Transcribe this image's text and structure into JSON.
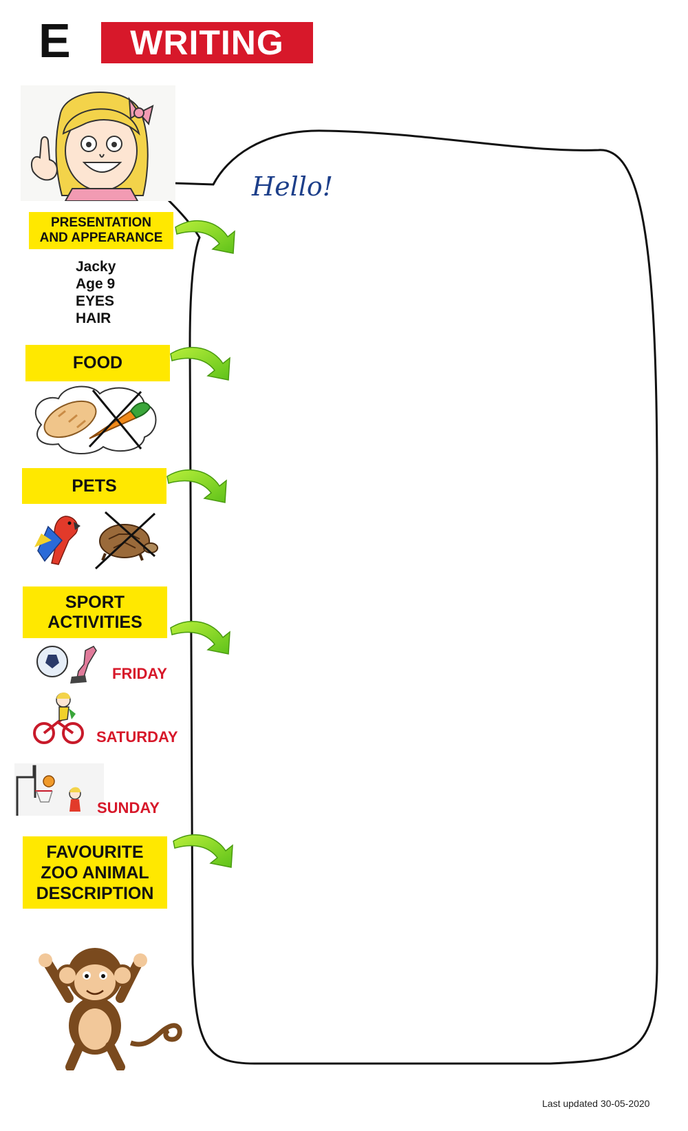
{
  "header": {
    "section_letter": "E",
    "title": "WRITING"
  },
  "bubble": {
    "greeting": "Hello!"
  },
  "sections": {
    "presentation": {
      "label_line1": "PRESENTATION",
      "label_line2": "AND APPEARANCE",
      "details": [
        "Jacky",
        "Age 9",
        "EYES",
        "HAIR"
      ]
    },
    "food": {
      "label": "FOOD"
    },
    "pets": {
      "label": "PETS"
    },
    "sport": {
      "label_line1": "SPORT",
      "label_line2": "ACTIVITIES",
      "days": [
        "FRIDAY",
        "SATURDAY",
        "SUNDAY"
      ]
    },
    "zoo": {
      "label_line1": "FAVOURITE",
      "label_line2": "ZOO ANIMAL",
      "label_line3": "DESCRIPTION"
    }
  },
  "footer": {
    "text": "Last updated 30-05-2020"
  },
  "colors": {
    "title_red": "#d7182a",
    "label_yellow": "#ffe800",
    "arrow_green": "#7ed321",
    "hello_blue": "#1d3f8a"
  },
  "icons": [
    "girl-pointing-icon",
    "bread-icon",
    "crossed-carrot-icon",
    "parrot-icon",
    "crossed-tortoise-icon",
    "football-icon",
    "girl-bike-icon",
    "basketball-hoop-icon",
    "monkey-icon",
    "green-arrow-icon"
  ]
}
